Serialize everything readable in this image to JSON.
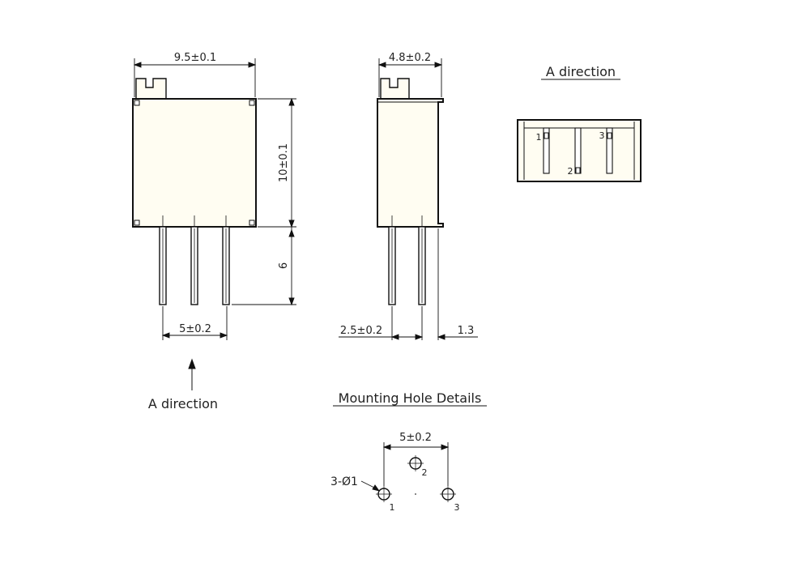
{
  "colors": {
    "body_fill": "#FFFDF2",
    "line": "#111111",
    "background": "#FFFFFF"
  },
  "front_view": {
    "width_label": "9.5±0.1",
    "height_label": "10±0.1",
    "pin_length_label": "6",
    "pin_pitch_label": "5±0.2"
  },
  "side_view": {
    "depth_label": "4.8±0.2",
    "pin_spacing_label": "2.5±0.2",
    "offset_label": "1.3"
  },
  "a_direction_note": "A direction",
  "a_direction_view": {
    "title": "A direction",
    "pin_labels": [
      "1",
      "2",
      "3"
    ]
  },
  "mounting_holes": {
    "title": "Mounting Hole Details",
    "pitch_label": "5±0.2",
    "hole_callout": "3-Ø1",
    "hole_numbers": [
      "1",
      "2",
      "3"
    ]
  }
}
